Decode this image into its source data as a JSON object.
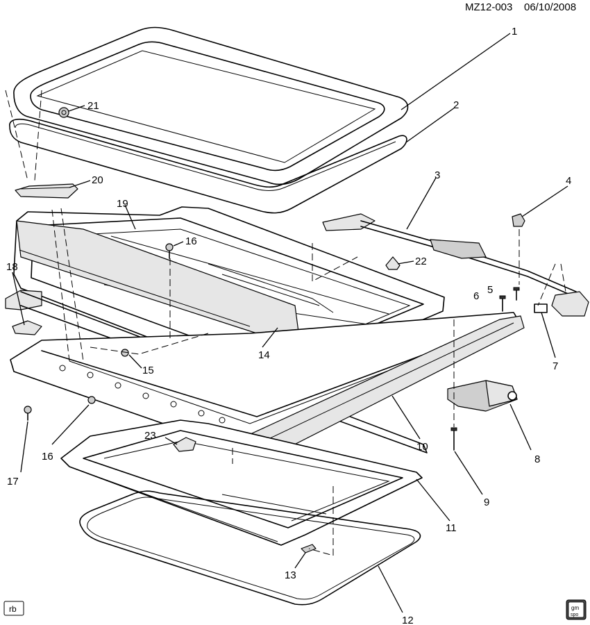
{
  "header": {
    "doc_code": "MZ12-003",
    "date": "06/10/2008"
  },
  "footer": {
    "author_tag": "rb",
    "logo_text_1": "gm",
    "logo_text_2": "spo"
  },
  "callouts": [
    {
      "id": "c1",
      "label": "1"
    },
    {
      "id": "c2",
      "label": "2"
    },
    {
      "id": "c3",
      "label": "3"
    },
    {
      "id": "c4",
      "label": "4"
    },
    {
      "id": "c5",
      "label": "5"
    },
    {
      "id": "c6",
      "label": "6"
    },
    {
      "id": "c7",
      "label": "7"
    },
    {
      "id": "c8",
      "label": "8"
    },
    {
      "id": "c9",
      "label": "9"
    },
    {
      "id": "c10",
      "label": "10"
    },
    {
      "id": "c11",
      "label": "11"
    },
    {
      "id": "c12",
      "label": "12"
    },
    {
      "id": "c13",
      "label": "13"
    },
    {
      "id": "c14",
      "label": "14"
    },
    {
      "id": "c15",
      "label": "15"
    },
    {
      "id": "c16a",
      "label": "16"
    },
    {
      "id": "c16b",
      "label": "16"
    },
    {
      "id": "c17",
      "label": "17"
    },
    {
      "id": "c18",
      "label": "18"
    },
    {
      "id": "c19",
      "label": "19"
    },
    {
      "id": "c20",
      "label": "20"
    },
    {
      "id": "c21",
      "label": "21"
    },
    {
      "id": "c22",
      "label": "22"
    },
    {
      "id": "c23",
      "label": "23"
    }
  ]
}
